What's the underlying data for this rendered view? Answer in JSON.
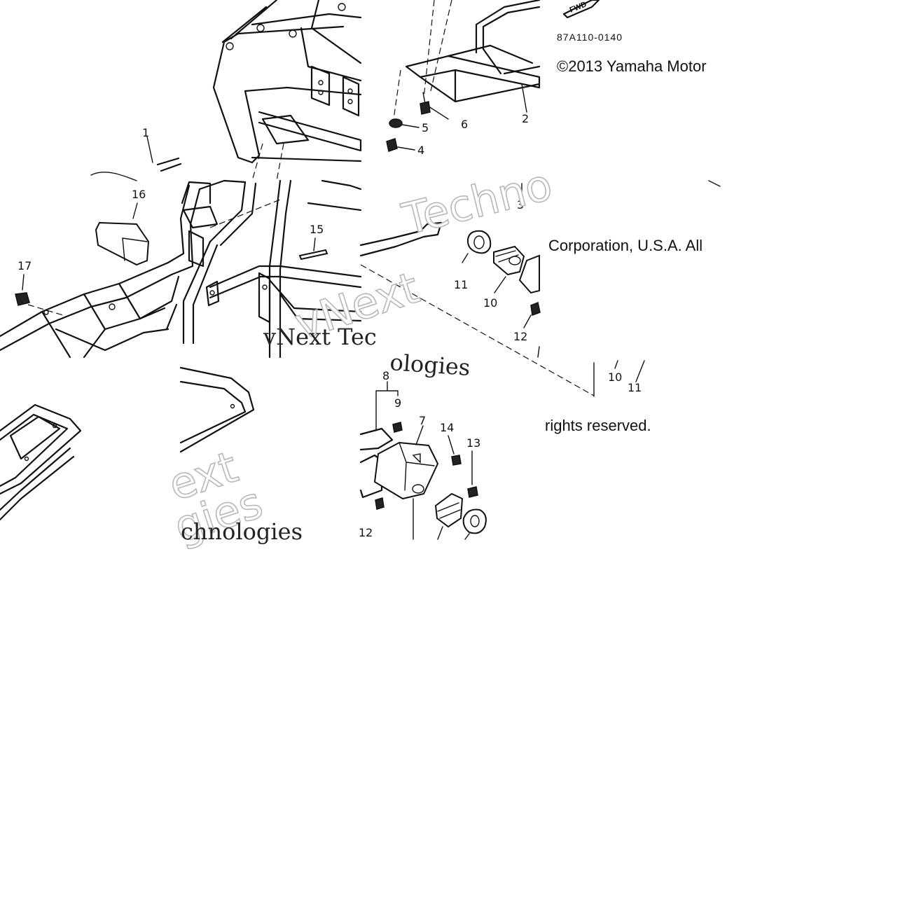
{
  "header": {
    "part_code": "87A110-0140",
    "fwd_label": "FWD"
  },
  "copyright": {
    "line1": "©2013 Yamaha Motor",
    "line2": "Corporation, U.S.A. All",
    "line3": "rights reserved."
  },
  "watermarks": {
    "w1": "Techno",
    "w2": "vNext",
    "w3": "vNext Tec",
    "w4": "ologies",
    "w5": "ext",
    "w6": "chnologies"
  },
  "callouts": {
    "c1": "1",
    "c2": "2",
    "c3": "3",
    "c4": "4",
    "c5": "5",
    "c6": "6",
    "c7": "7",
    "c8": "8",
    "c9": "9",
    "c10a": "10",
    "c10b": "10",
    "c11a": "11",
    "c11b": "11",
    "c12a": "12",
    "c12b": "12",
    "c13": "13",
    "c14": "14",
    "c15": "15",
    "c16": "16",
    "c17": "17"
  },
  "colors": {
    "line": "#111111",
    "background": "#ffffff",
    "watermark": "#b8b8b8"
  }
}
